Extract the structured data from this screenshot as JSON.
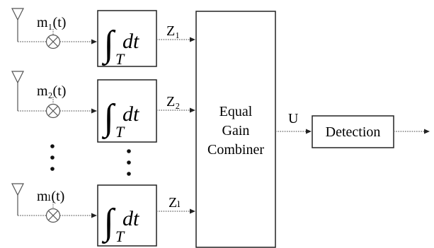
{
  "diagram": {
    "branches": [
      {
        "multiplier_label": "m₁(t)",
        "output_label": "Z₁"
      },
      {
        "multiplier_label": "m₂(t)",
        "output_label": "Z₂"
      },
      {
        "multiplier_label": "mₗ(t)",
        "output_label": "Zₗ"
      }
    ],
    "integrator": {
      "dt": "dt",
      "lower_limit": "T"
    },
    "combiner_lines": [
      "Equal",
      "Gain",
      "Combiner"
    ],
    "combiner_output_label": "U",
    "detector_label": "Detection",
    "vertical_ellipsis": "⋮"
  }
}
